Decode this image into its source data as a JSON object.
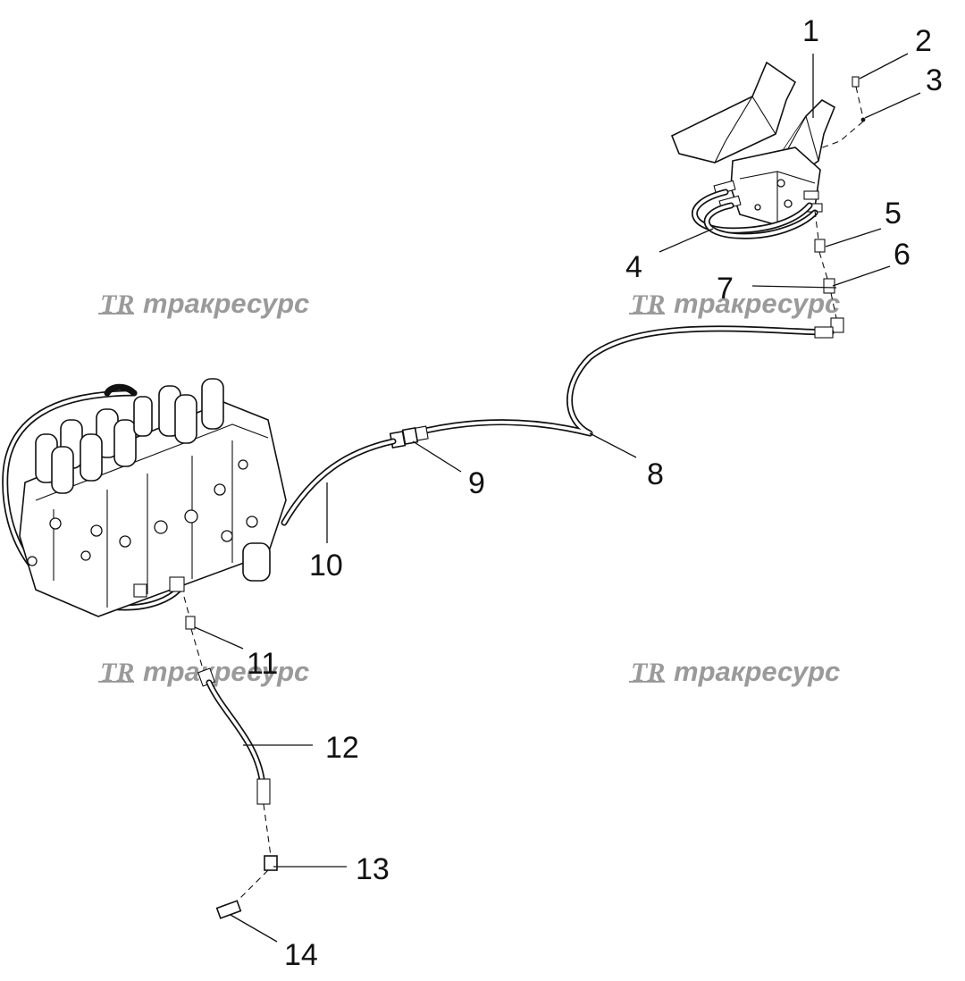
{
  "callouts": [
    {
      "id": "1",
      "label": "1"
    },
    {
      "id": "2",
      "label": "2"
    },
    {
      "id": "3",
      "label": "3"
    },
    {
      "id": "4",
      "label": "4"
    },
    {
      "id": "5",
      "label": "5"
    },
    {
      "id": "6",
      "label": "6"
    },
    {
      "id": "7",
      "label": "7"
    },
    {
      "id": "8",
      "label": "8"
    },
    {
      "id": "9",
      "label": "9"
    },
    {
      "id": "10",
      "label": "10"
    },
    {
      "id": "11",
      "label": "11"
    },
    {
      "id": "12",
      "label": "12"
    },
    {
      "id": "13",
      "label": "13"
    },
    {
      "id": "14",
      "label": "14"
    }
  ],
  "watermark": {
    "logo": "TR",
    "text": "тракресурс"
  }
}
